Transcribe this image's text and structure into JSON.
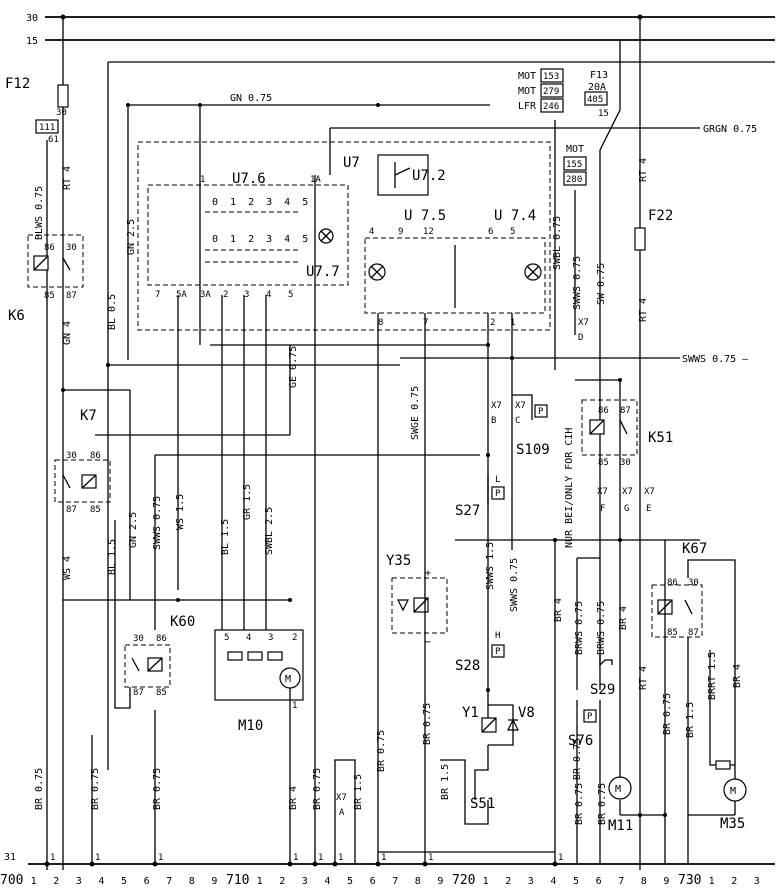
{
  "rails": {
    "r30": "30",
    "r15": "15",
    "r31": "31",
    "grgn": "GRGN 0.75",
    "gn_top": "GN 0.75",
    "swws_right": "SWWS 0.75 —"
  },
  "modules": {
    "u7": "U7",
    "u76": "U7.6",
    "u77": "U7.7",
    "u72": "U7.2",
    "u75": "U 7.5",
    "u74": "U 7.4",
    "u76_pins_top": "0 1 2 3 4 5",
    "u76_pins_mid": "0 1 2 3 4 5",
    "u7_bottom_pins": [
      "7",
      "5A",
      "3A",
      "2",
      "3",
      "4",
      "5"
    ],
    "u7_1a": "1A",
    "u7_1": "1",
    "u75_pins": [
      "4",
      "9",
      "12",
      "8",
      "7"
    ],
    "u74_pins": [
      "6",
      "5",
      "2",
      "1"
    ]
  },
  "fuses": {
    "f12": "F12",
    "f12_30": "30",
    "f12_111": "111",
    "f12_61": "61",
    "f13": "F13",
    "f13_amp": "20A",
    "f13_405": "405",
    "f13_15": "15",
    "f22": "F22"
  },
  "refs": {
    "mot1": "MOT",
    "mot1_v": "153",
    "mot2": "MOT",
    "mot2_v": "279",
    "lfr": "LFR",
    "lfr_v": "246",
    "mot3": "MOT",
    "mot3_a": "155",
    "mot3_b": "280"
  },
  "components": {
    "k6": "K6",
    "k6_pins": [
      "86",
      "30",
      "85",
      "87"
    ],
    "k7": "K7",
    "k7_pins": [
      "30",
      "86",
      "87",
      "85"
    ],
    "k60": "K60",
    "k60_pins": [
      "30",
      "86",
      "87",
      "85"
    ],
    "k51": "K51",
    "k51_pins": [
      "86",
      "87",
      "85",
      "30"
    ],
    "k67": "K67",
    "k67_pins": [
      "86",
      "30",
      "85",
      "87"
    ],
    "m10": "M10",
    "m10_pins": [
      "5",
      "4",
      "3",
      "2",
      "1"
    ],
    "m11": "M11",
    "m35": "M35",
    "y35": "Y35",
    "y1": "Y1",
    "v8": "V8",
    "s109": "S109",
    "s27": "S27",
    "s28": "S28",
    "s29": "S29",
    "s76": "S76",
    "s51": "S51",
    "motor_glyph": "M",
    "plus": "+",
    "minus": "−",
    "p": "P",
    "l": "L",
    "h": "H"
  },
  "connectors": {
    "x7": "X7",
    "b": "B",
    "c": "C",
    "d": "D",
    "f": "F",
    "g": "G",
    "e": "E",
    "a": "A"
  },
  "note": "NUR BEI/ONLY FOR CIH",
  "wires": {
    "blws": "BLWS 0.75",
    "rt4_a": "RT 4",
    "gn25_a": "GN 2.5",
    "bl05": "BL 0.5",
    "gn4": "GN 4",
    "ge075": "GE 0.75",
    "swge": "SWGE 0.75",
    "swbl075": "SWBL 0.75",
    "swws075_a": "SWWS 0.75",
    "sw075": "SW 0.75",
    "rt4_b": "RT 4",
    "rt4_c": "RT 4",
    "ws4": "WS 4",
    "bl15_a": "BL 1.5",
    "gn25_b": "GN 2.5",
    "swws075_b": "SWWS 0.75",
    "ws15": "WS 1.5",
    "bl15_b": "BL 1.5",
    "gr15": "GR 1.5",
    "swbl25": "SWBL 2.5",
    "swws15": "SWWS 1.5",
    "swws075_c": "SWWS 0.75",
    "br4_a": "BR 4",
    "brws075_a": "BRWS 0.75",
    "brws075_b": "BRWS 0.75",
    "br4_b": "BR 4",
    "rt4_d": "RT 4",
    "br075_m": "BR 0.75",
    "br15_m": "BR 1.5",
    "brrt15": "BRRT 1.5",
    "br4_c": "BR 4",
    "br075_1": "BR 0.75",
    "br075_2": "BR 0.75",
    "br075_3": "BR 0.75",
    "br4_d": "BR 4",
    "br075_4": "BR 0.75",
    "br15_x": "BR 1.5",
    "br075_5": "BR 0.75",
    "br075_6": "BR 0.75",
    "br15_s": "BR 1.5",
    "br075_7": "BR 0.75",
    "br075_8": "BR 0.75",
    "br075_9": "BR 0.75"
  },
  "ground_pin": "1",
  "ruler": [
    {
      "t": "700",
      "big": true
    },
    {
      "t": "1"
    },
    {
      "t": "2"
    },
    {
      "t": "3"
    },
    {
      "t": "4"
    },
    {
      "t": "5"
    },
    {
      "t": "6"
    },
    {
      "t": "7"
    },
    {
      "t": "8"
    },
    {
      "t": "9"
    },
    {
      "t": "710",
      "big": true
    },
    {
      "t": "1"
    },
    {
      "t": "2"
    },
    {
      "t": "3"
    },
    {
      "t": "4"
    },
    {
      "t": "5"
    },
    {
      "t": "6"
    },
    {
      "t": "7"
    },
    {
      "t": "8"
    },
    {
      "t": "9"
    },
    {
      "t": "720",
      "big": true
    },
    {
      "t": "1"
    },
    {
      "t": "2"
    },
    {
      "t": "3"
    },
    {
      "t": "4"
    },
    {
      "t": "5"
    },
    {
      "t": "6"
    },
    {
      "t": "7"
    },
    {
      "t": "8"
    },
    {
      "t": "9"
    },
    {
      "t": "730",
      "big": true
    },
    {
      "t": "1"
    },
    {
      "t": "2"
    },
    {
      "t": "3"
    }
  ]
}
